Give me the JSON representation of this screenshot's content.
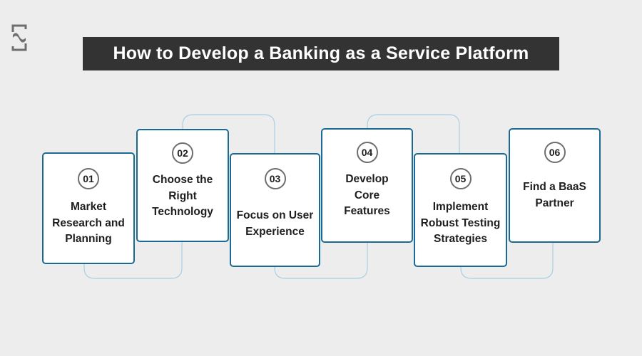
{
  "logo": {
    "icon": "brand-logo-icon"
  },
  "title": "How to Develop a Banking as a Service Platform",
  "colors": {
    "card_border": "#1a6a94",
    "connector": "#a9cfe3",
    "title_bg": "#333333",
    "background": "#ededed"
  },
  "steps": [
    {
      "number": "01",
      "label": "Market Research and Planning"
    },
    {
      "number": "02",
      "label": "Choose the Right Technology"
    },
    {
      "number": "03",
      "label": "Focus on User Experience"
    },
    {
      "number": "04",
      "label": "Develop Core Features"
    },
    {
      "number": "05",
      "label": "Implement Robust Testing Strategies"
    },
    {
      "number": "06",
      "label": "Find a BaaS Partner"
    }
  ]
}
